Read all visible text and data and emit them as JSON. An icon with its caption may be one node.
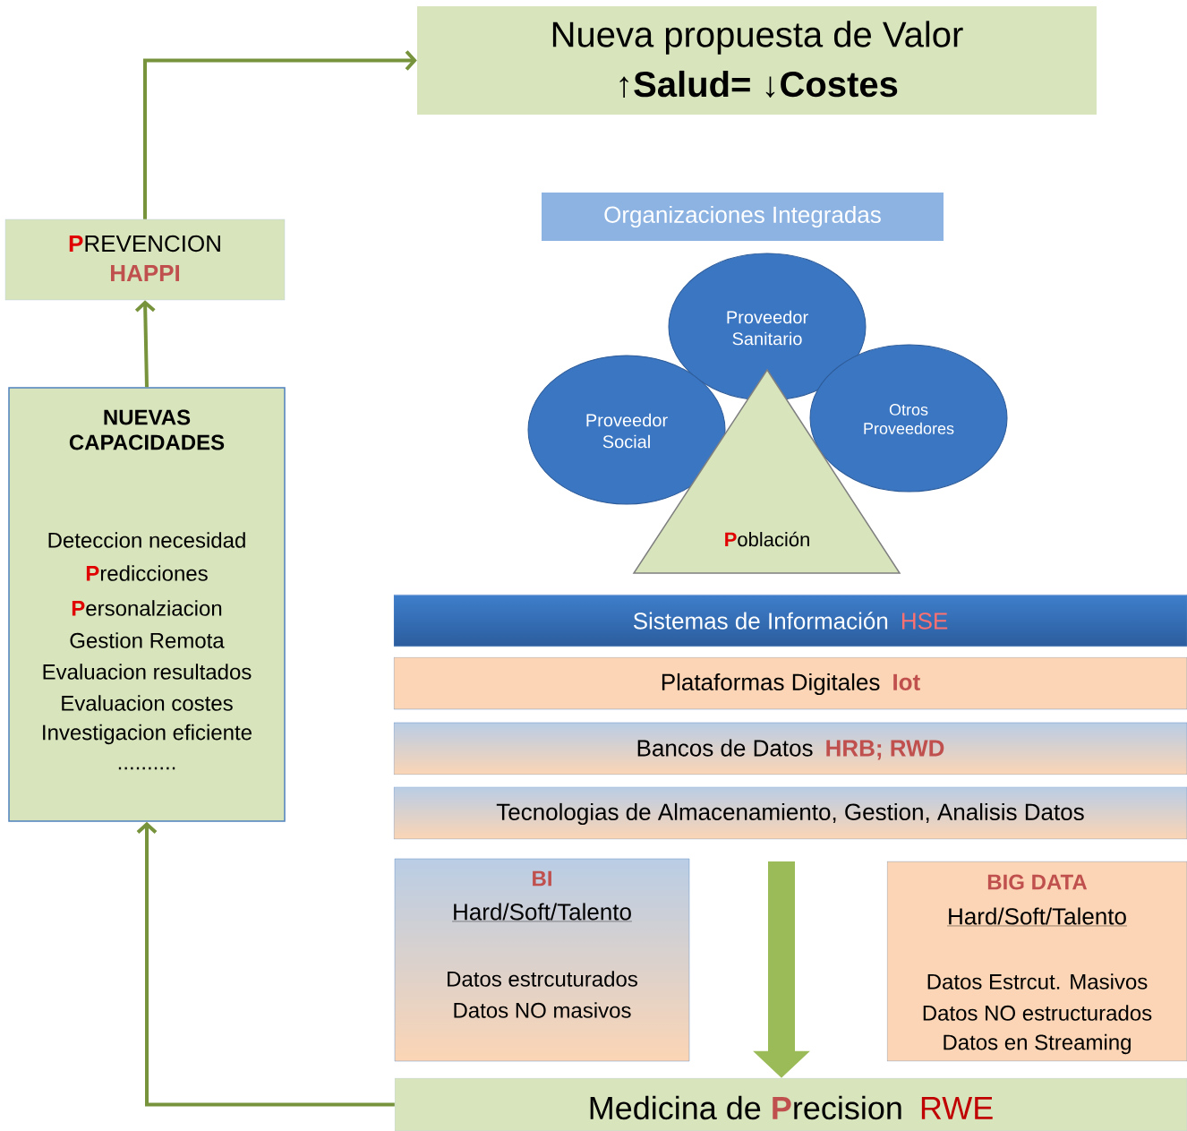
{
  "diagram": {
    "nodes": [
      {
        "text": [
          "Nueva propuesta de Valor",
          "↑Salud= ↓Costes"
        ]
      },
      {
        "text": [
          "**P**REVENCION",
          "HAPPI"
        ]
      },
      {
        "text": [
          "NUEVAS CAPACIDADES",
          "Deteccion necesidad",
          "**P**redicciones",
          "**P**ersonalziacion",
          "Gestion Remota",
          "Evaluacion resultados",
          "Evaluacion costes",
          "Investigacion eficiente",
          ".........."
        ]
      },
      {
        "text": [
          "Organizaciones Integradas"
        ]
      },
      {
        "text": [
          "Proveedor Sanitario"
        ]
      },
      {
        "text": [
          "Proveedor Social"
        ]
      },
      {
        "text": [
          "Otros Proveedores"
        ]
      },
      {
        "text": [
          "**P**oblación"
        ]
      },
      {
        "text": [
          "Sistemas de Información",
          "HSE"
        ]
      },
      {
        "text": [
          "Plataformas Digitales",
          "Iot"
        ]
      },
      {
        "text": [
          "Bancos de Datos",
          "HRB; RWD"
        ]
      },
      {
        "text": [
          "Tecnologias de Almacenamiento, Gestion, Analisis Datos"
        ]
      },
      {
        "text": [
          "BI",
          "Hard/Soft/Talento",
          "Datos estrcuturados",
          "Datos NO masivos"
        ]
      },
      {
        "text": [
          "BIG DATA",
          "Hard/Soft/Talento",
          "Datos Estrcut. Masivos",
          "Datos NO estructurados",
          "Datos en Streaming"
        ]
      },
      {
        "text": [
          "Medicina de **P**recision",
          "RWE"
        ]
      }
    ],
    "edges": [
      {
        "from": 14,
        "to": 2,
        "arrow": "to"
      },
      {
        "from": 2,
        "to": 1,
        "arrow": "to"
      },
      {
        "from": 1,
        "to": 0,
        "arrow": "to"
      },
      {
        "from": null,
        "to": 14,
        "arrow": "to",
        "style": "thick"
      }
    ]
  }
}
